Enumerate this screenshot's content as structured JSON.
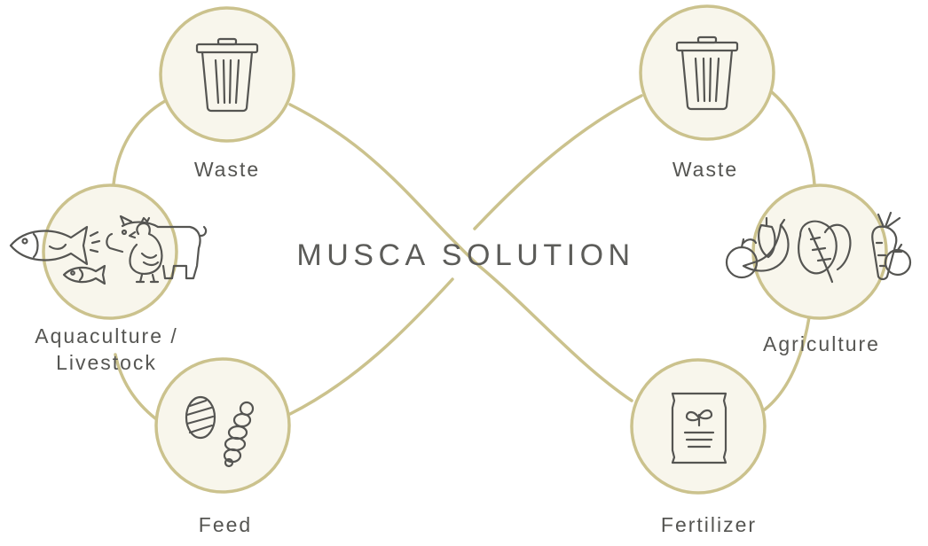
{
  "title": "MUSCA SOLUTION",
  "colors": {
    "loop": "#cbc28d",
    "node_fill": "#f8f6ec",
    "node_stroke": "#cbc28d",
    "icon": "#555552",
    "text": "#555552"
  },
  "left_cycle": {
    "waste": {
      "label": "Waste",
      "icon": "trash-can-icon"
    },
    "aquaculture_livestock": {
      "label": "Aquaculture /\nLivestock",
      "icon": "fish-pig-chicken-icon"
    },
    "feed": {
      "label": "Feed",
      "icon": "larvae-feed-icon"
    }
  },
  "right_cycle": {
    "waste": {
      "label": "Waste",
      "icon": "trash-can-icon"
    },
    "agriculture": {
      "label": "Agriculture",
      "icon": "fruit-vegetable-icon"
    },
    "fertilizer": {
      "label": "Fertilizer",
      "icon": "fertilizer-bag-icon"
    }
  }
}
